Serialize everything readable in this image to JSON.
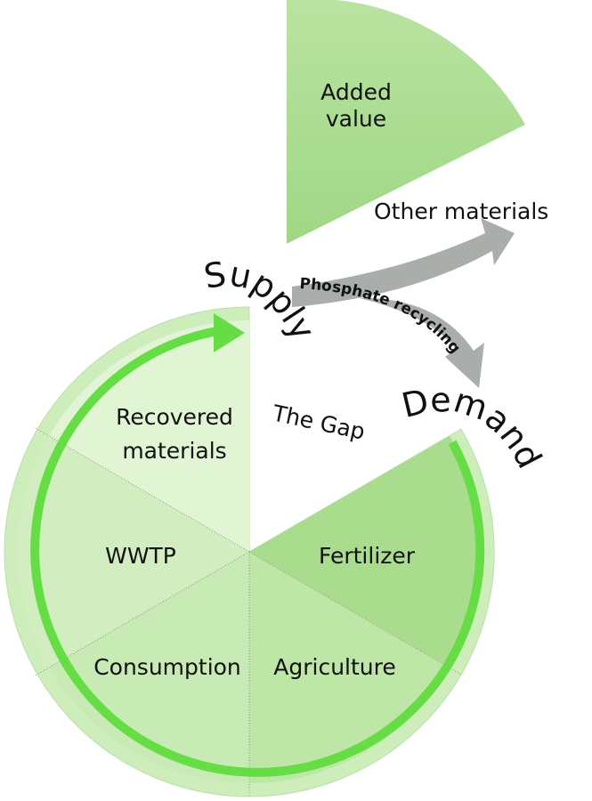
{
  "diagram": {
    "top_wedge": {
      "line1": "Added",
      "line2": "value"
    },
    "other_materials": "Other materials",
    "supply": "Supply",
    "demand": "Demand",
    "phosphate_recycling": "Phosphate recycling",
    "gap": "The Gap",
    "segments": {
      "recovered_line1": "Recovered",
      "recovered_line2": "materials",
      "wwtp": "WWTP",
      "consumption": "Consumption",
      "agriculture": "Agriculture",
      "fertilizer": "Fertilizer"
    },
    "colors": {
      "light_green": "#d6efc6",
      "mid_green": "#bfe6a8",
      "dark_green": "#a8dc8c",
      "bright_green": "#66dd44",
      "arrow_gray": "#a9aeaa"
    }
  }
}
